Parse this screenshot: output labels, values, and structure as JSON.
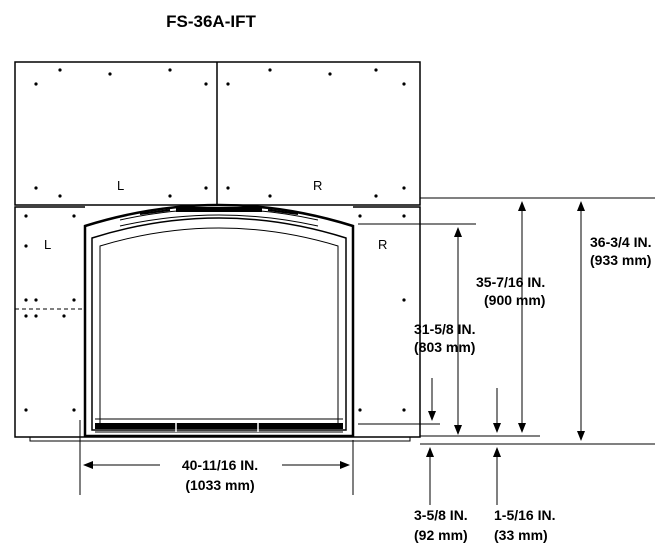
{
  "title": "FS-36A-IFT",
  "panel_labels": {
    "upper_left": "L",
    "upper_right": "R",
    "lower_left": "L",
    "lower_right": "R"
  },
  "dimensions": {
    "overall_height": {
      "imperial": "36-3/4 IN.",
      "metric": "(933 mm)"
    },
    "hood_height": {
      "imperial": "35-7/16 IN.",
      "metric": "(900 mm)"
    },
    "opening_height": {
      "imperial": "31-5/8 IN.",
      "metric": "(803 mm)"
    },
    "width": {
      "imperial": "40-11/16 IN.",
      "metric": "(1033 mm)"
    },
    "bottom_offset_a": {
      "imperial": "3-5/8 IN.",
      "metric": "(92 mm)"
    },
    "bottom_offset_b": {
      "imperial": "1-5/16 IN.",
      "metric": "(33 mm)"
    }
  }
}
